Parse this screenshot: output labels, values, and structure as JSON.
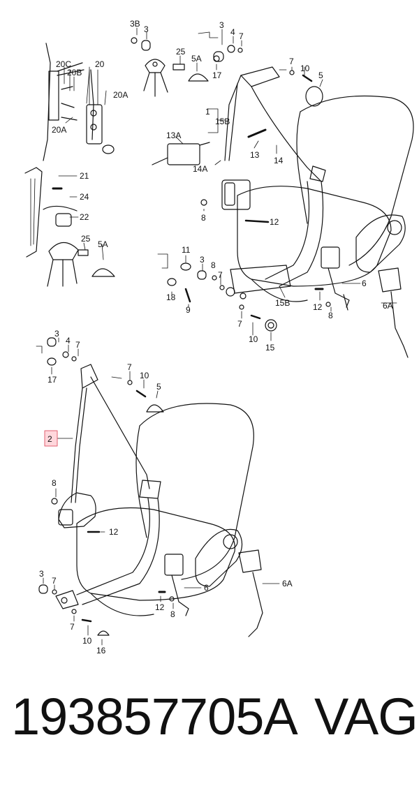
{
  "callouts": {
    "c3b": "3B",
    "c3_a": "3",
    "c25_a": "25",
    "c5a_a": "5A",
    "c3_b": "3",
    "c4": "4",
    "c7_a": "7",
    "c17_a": "17",
    "c20c": "20C",
    "c20b": "20B",
    "c20": "20",
    "c20a_a": "20A",
    "c20a_b": "20A",
    "c7_b": "7",
    "c10_a": "10",
    "c5_a": "5",
    "c1": "1",
    "c15b_a": "15B",
    "c13a": "13A",
    "c13": "13",
    "c14": "14",
    "c14a": "14A",
    "c21": "21",
    "c24": "24",
    "c22": "22",
    "c25_b": "25",
    "c5a_b": "5A",
    "c8_a": "8",
    "c12_a": "12",
    "c11": "11",
    "c3_c": "3",
    "c8_b": "8",
    "c7_c": "7",
    "c18": "18",
    "c9": "9",
    "c15b_b": "15B",
    "c7_d": "7",
    "c10_b": "10",
    "c15": "15",
    "c12_b": "12",
    "c8_c": "8",
    "c6_a": "6",
    "c6a_a": "6A",
    "c3_d": "3",
    "c4_b": "4",
    "c7_e": "7",
    "c17_b": "17",
    "c7_f": "7",
    "c10_c": "10",
    "c5_b": "5",
    "c2": "2",
    "c8_d": "8",
    "c12_c": "12",
    "c3_e": "3",
    "c7_g": "7",
    "c7_h": "7",
    "c10_d": "10",
    "c16": "16",
    "c12_d": "12",
    "c8_e": "8",
    "c6_b": "6",
    "c6a_b": "6A"
  },
  "footer": {
    "part_number": "193857705A",
    "brand": "VAG"
  },
  "colors": {
    "line": "#111111",
    "highlight": "#ffd7dc"
  }
}
